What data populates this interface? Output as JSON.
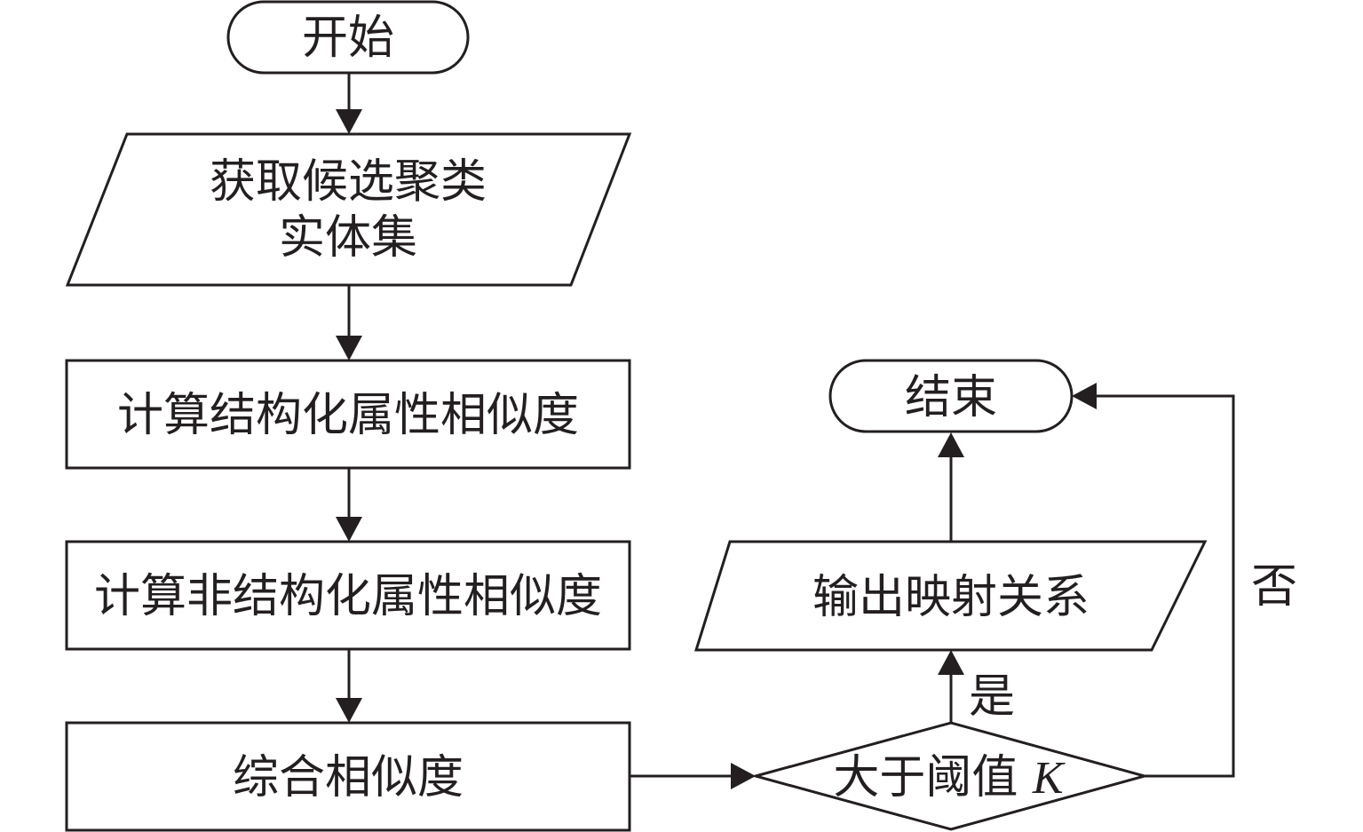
{
  "diagram": {
    "nodes": {
      "start": {
        "text": "开始",
        "shape": "terminal"
      },
      "input": {
        "lines": [
          "获取候选聚类",
          "实体集"
        ],
        "shape": "data"
      },
      "structured": {
        "text": "计算结构化属性相似度",
        "shape": "process"
      },
      "unstructured": {
        "text": "计算非结构化属性相似度",
        "shape": "process"
      },
      "combined": {
        "text": "综合相似度",
        "shape": "process"
      },
      "decision": {
        "text": "大于阈值 ",
        "variable": "K",
        "shape": "decision"
      },
      "output": {
        "text": "输出映射关系",
        "shape": "data"
      },
      "end": {
        "text": "结束",
        "shape": "terminal"
      }
    },
    "edge_labels": {
      "yes": "是",
      "no": "否"
    },
    "edges": [
      {
        "from": "start",
        "to": "input"
      },
      {
        "from": "input",
        "to": "structured"
      },
      {
        "from": "structured",
        "to": "unstructured"
      },
      {
        "from": "unstructured",
        "to": "combined"
      },
      {
        "from": "combined",
        "to": "decision"
      },
      {
        "from": "decision",
        "to": "output",
        "label": "是"
      },
      {
        "from": "output",
        "to": "end"
      },
      {
        "from": "decision",
        "to": "end",
        "label": "否"
      }
    ],
    "colors": {
      "stroke": "#231f20",
      "fill": "#ffffff",
      "text": "#231f20"
    }
  }
}
